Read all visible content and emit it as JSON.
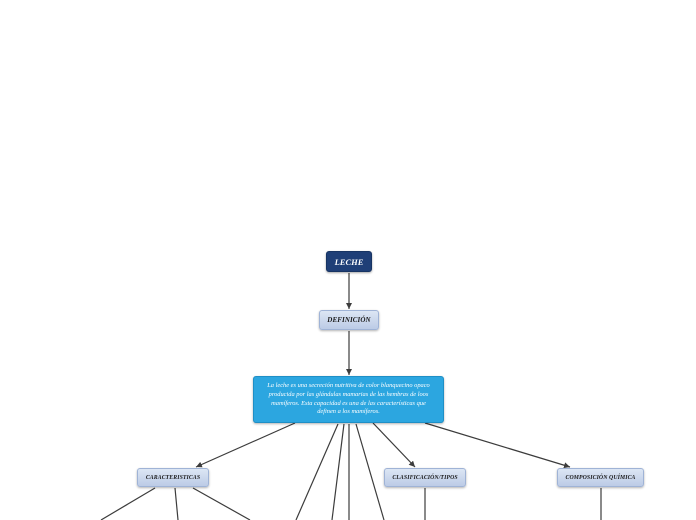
{
  "map": {
    "root": "LECHE",
    "definicion": "DEFINICIÓN",
    "descripcion": "La leche es una secreción nutritiva de color blanquecino opaco producida por las glándulas mamarias de las hembras de loos mamíferos. Esta capacidad es una de las características que definen a los mamíferos.",
    "caracteristicas": "CARACTERISTICAS",
    "clasificacion": "CLASIFICACIÓN/TIPOS",
    "composicion": "COMPOSICIÓN QUÍMICA"
  },
  "colors": {
    "root": "#1f3f77",
    "subtopic": "#c5d3ec",
    "description": "#2ca6e0",
    "connector": "#3c3c3c"
  }
}
